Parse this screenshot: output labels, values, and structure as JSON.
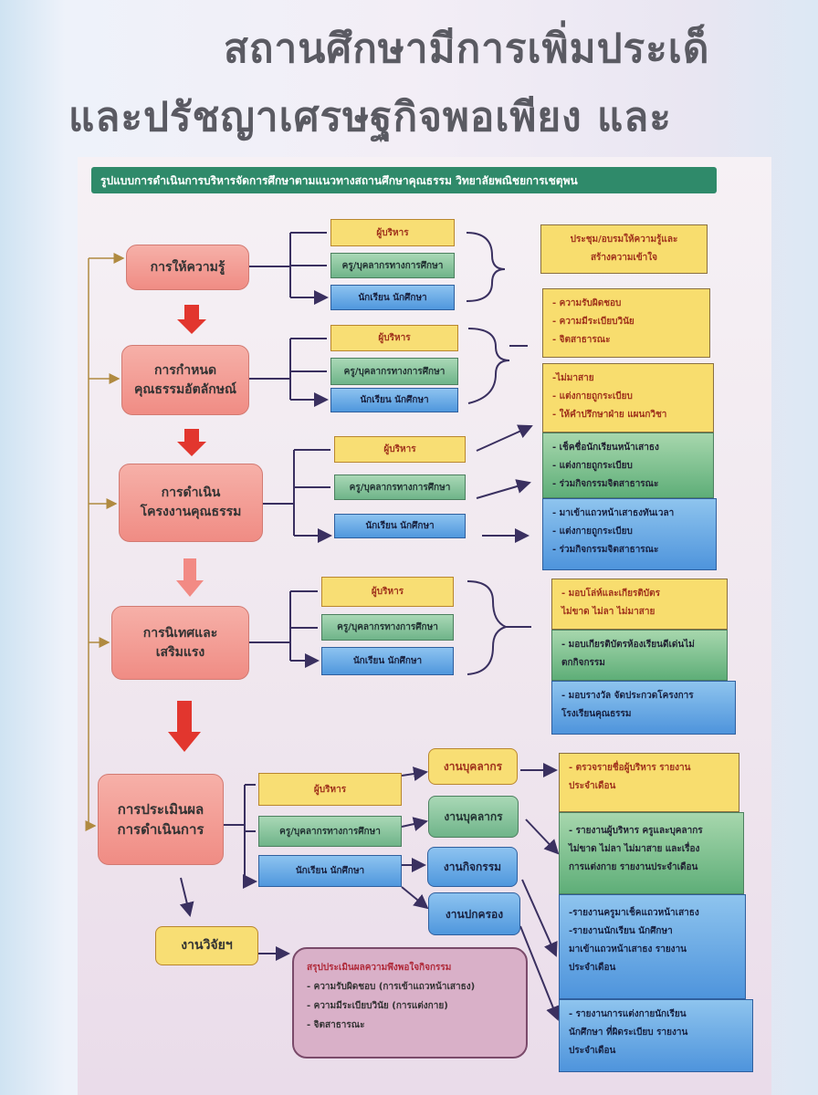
{
  "title": {
    "line1": "สถานศึกษามีการเพิ่มประเด็",
    "line2": "และปรัชญาเศรษฐกิจพอเพียง และ"
  },
  "header": "รูปแบบการดำเนินการบริหารจัดการศึกษาตามแนวทางสถานศึกษาคุณธรรม วิทยาลัยพณิชยการเชตุพน",
  "roles": {
    "admin": "ผู้บริหาร",
    "teacher": "ครู/บุคลากรทางการศึกษา",
    "student": "นักเรียน นักศึกษา"
  },
  "steps": [
    {
      "lines": [
        "การให้ความรู้"
      ]
    },
    {
      "lines": [
        "การกำหนด",
        "คุณธรรมอัตลักษณ์"
      ]
    },
    {
      "lines": [
        "การดำเนิน",
        "โครงงานคุณธรรม"
      ]
    },
    {
      "lines": [
        "การนิเทศและ",
        "เสริมแรง"
      ]
    },
    {
      "lines": [
        "การประเมินผล",
        "การดำเนินการ"
      ]
    }
  ],
  "results": [
    [
      "ประชุม/อบรมให้ความรู้และ",
      "สร้างความเข้าใจ"
    ],
    [
      "- ความรับผิดชอบ",
      "- ความมีระเบียบวินัย",
      "- จิตสาธารณะ"
    ],
    [
      "-ไม่มาสาย",
      "- แต่งกายถูกระเบียบ",
      "- ให้คำปรึกษาฝ่าย แผนกวิชา"
    ],
    [
      "- เช็คชื่อนักเรียนหน้าเสาธง",
      "- แต่งกายถูกระเบียบ",
      "- ร่วมกิจกรรมจิตสาธารณะ"
    ],
    [
      "- มาเข้าแถวหน้าเสาธงทันเวลา",
      "- แต่งกายถูกระเบียบ",
      "- ร่วมกิจกรรมจิตสาธารณะ"
    ],
    [
      "- มอบโล่ห์และเกียรติบัตร",
      "ไม่ขาด ไม่ลา ไม่มาสาย"
    ],
    [
      "- มอบเกียรติบัตรห้องเรียนดีเด่นไม่",
      "ตกกิจกรรม"
    ],
    [
      "- มอบรางวัล  จัดประกวดโครงการ",
      "โรงเรียนคุณธรรม"
    ],
    [
      "- ตรวจรายชื่อผู้บริหาร รายงาน",
      "ประจำเดือน"
    ],
    [
      "- รายงานผู้บริหาร ครูและบุคลากร",
      "ไม่ขาด ไม่ลา ไม่มาสาย และเรื่อง",
      "การแต่งกาย รายงานประจำเดือน"
    ],
    [
      "-รายงานครูมาเช็คแถวหน้าเสาธง",
      "-รายงานนักเรียน นักศึกษา",
      "มาเข้าแถวหน้าเสาธง  รายงาน",
      "ประจำเดือน"
    ],
    [
      "- รายงานการแต่งกายนักเรียน",
      "นักศึกษา ที่ผิดระเบียบ รายงาน",
      "ประจำเดือน"
    ]
  ],
  "units": {
    "personnel": "งานบุคลากร",
    "activities": "งานกิจกรรม",
    "discipline": "งานปกครอง",
    "research": "งานวิจัยฯ"
  },
  "summary": {
    "heading": "สรุปประเมินผลความพึงพอใจกิจกรรม",
    "items": [
      "- ความรับผิดชอบ (การเข้าแถวหน้าเสาธง)",
      "- ความมีระเบียบวินัย (การแต่งกาย)",
      "- จิตสาธารณะ"
    ]
  }
}
